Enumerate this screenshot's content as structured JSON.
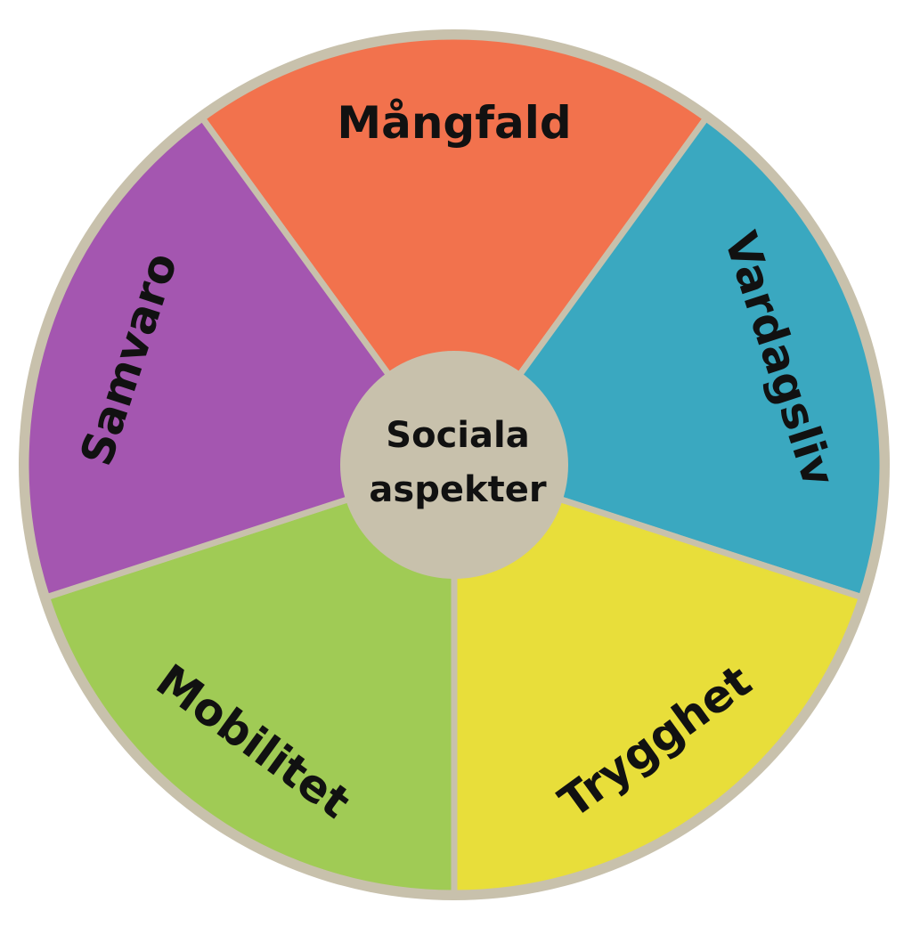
{
  "diagram": {
    "center": {
      "lines": [
        "Sociala",
        "aspekter"
      ],
      "color": "#C8C1AC"
    },
    "outline_color": "#C8C1AC",
    "segments": [
      {
        "label": "Mångfald",
        "color": "#F2724D"
      },
      {
        "label": "Vardagsliv",
        "color": "#3AA8C0"
      },
      {
        "label": "Trygghet",
        "color": "#E8DE3A"
      },
      {
        "label": "Mobilitet",
        "color": "#A0CB55"
      },
      {
        "label": "Samvaro",
        "color": "#A456B0"
      }
    ]
  }
}
